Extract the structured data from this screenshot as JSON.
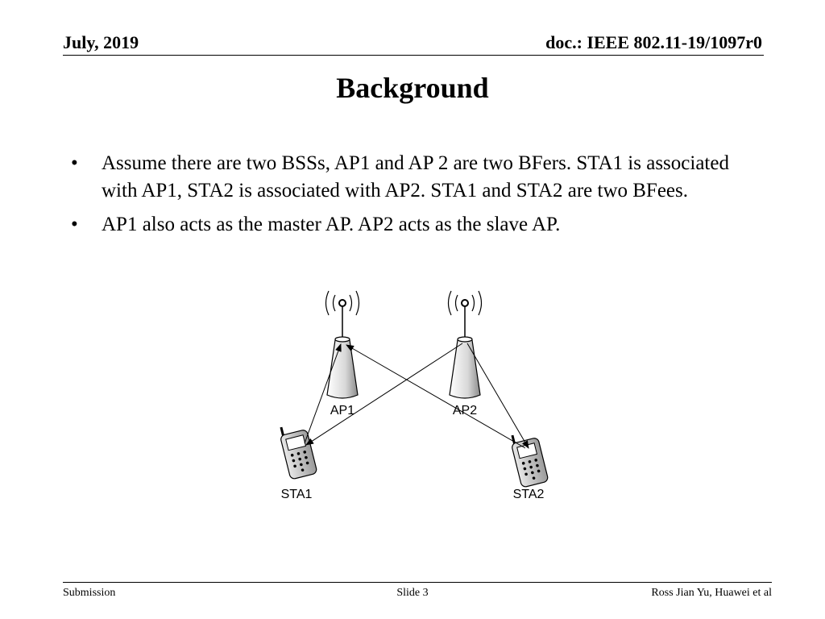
{
  "header": {
    "date": "July, 2019",
    "doc_id": "doc.: IEEE 802.11-19/1097r0"
  },
  "slide": {
    "title": "Background",
    "bullets": [
      "Assume there are two BSSs, AP1 and AP 2 are two BFers. STA1 is associated with AP1, STA2 is associated with AP2. STA1 and STA2 are two BFees.",
      "AP1 also acts as the master AP. AP2 acts as the slave AP."
    ],
    "bullet_glyph": "•"
  },
  "diagram": {
    "ap1_label": "AP1",
    "ap2_label": "AP2",
    "sta1_label": "STA1",
    "sta2_label": "STA2"
  },
  "footer": {
    "left": "Submission",
    "center": "Slide 3",
    "right": "Ross Jian Yu, Huawei et al"
  }
}
